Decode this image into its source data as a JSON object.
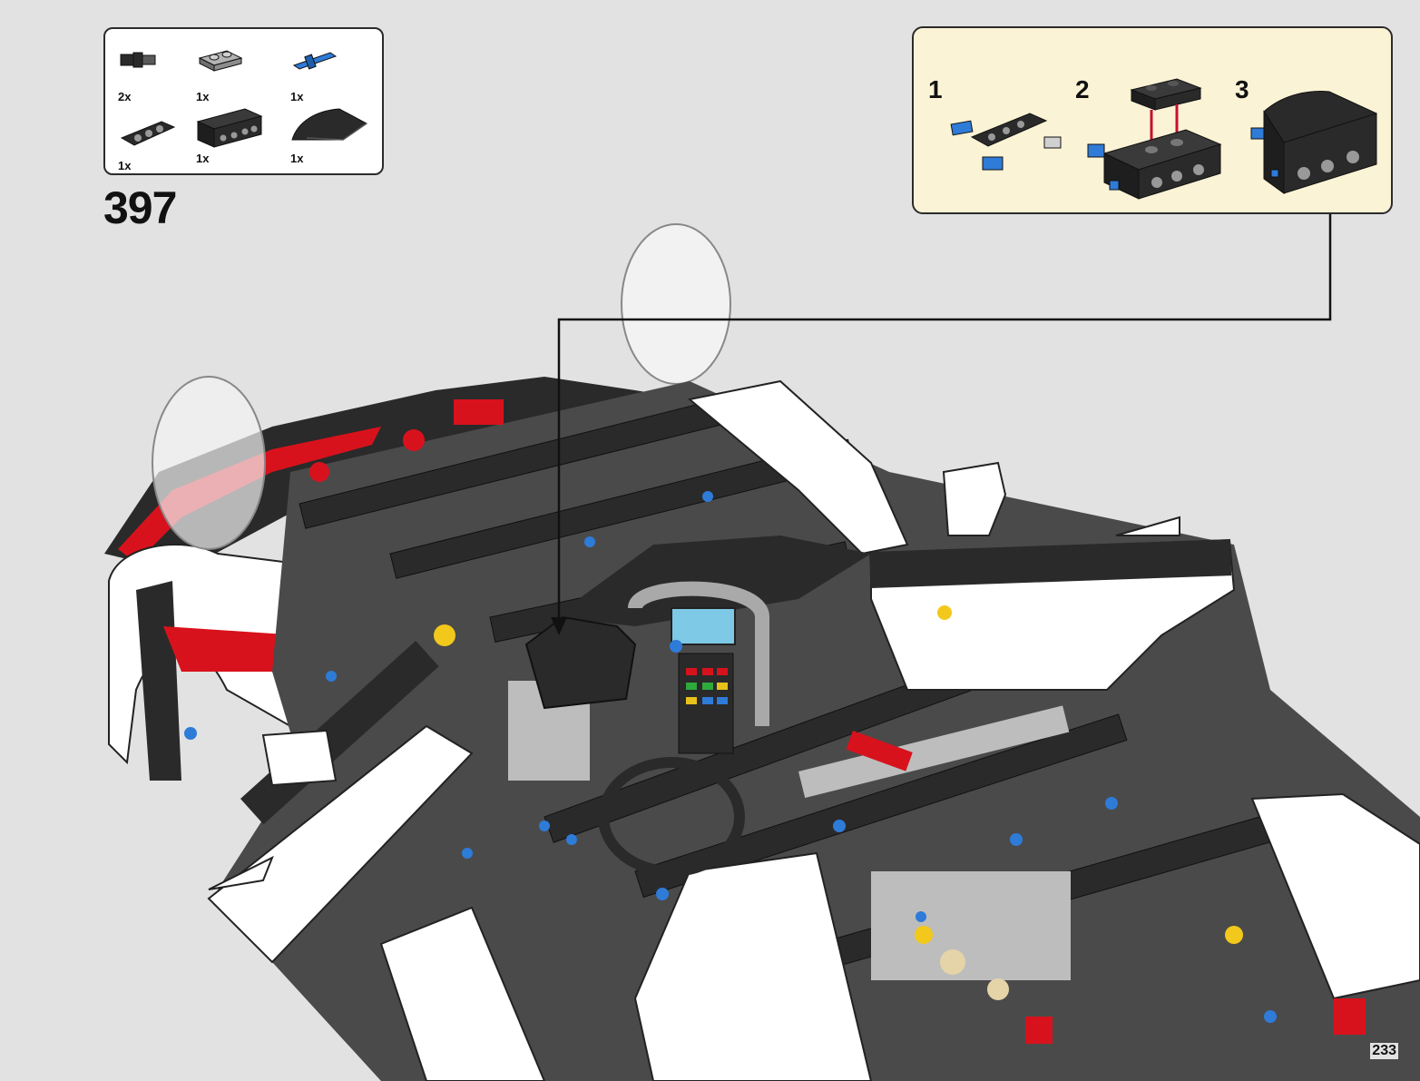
{
  "parts_list": [
    {
      "qty": "2x",
      "icon": "black-pin-with-bush-icon"
    },
    {
      "qty": "1x",
      "icon": "grey-plate-1x2-icon"
    },
    {
      "qty": "1x",
      "icon": "blue-axle-pin-icon"
    },
    {
      "qty": "1x",
      "icon": "black-beam-3-icon"
    },
    {
      "qty": "1x",
      "icon": "black-brick-1x4-with-holes-icon"
    },
    {
      "qty": "1x",
      "icon": "black-wedge-curved-slope-icon"
    }
  ],
  "step": {
    "number": "397"
  },
  "sub_assembly": {
    "steps": [
      {
        "number": "1",
        "icon": "beam-with-pins-subassembly-icon"
      },
      {
        "number": "2",
        "icon": "brick-with-plate-subassembly-icon"
      },
      {
        "number": "3",
        "icon": "completed-wedge-subassembly-icon"
      }
    ]
  },
  "page": {
    "number": "233"
  },
  "colors": {
    "background": "#e2e2e2",
    "callout_background": "#fbf3d5",
    "part_black": "#2a2a2a",
    "part_grey": "#8c8c8c",
    "part_blue": "#2e7bd8",
    "part_red": "#d8121c",
    "arrow_red": "#c8102e"
  }
}
